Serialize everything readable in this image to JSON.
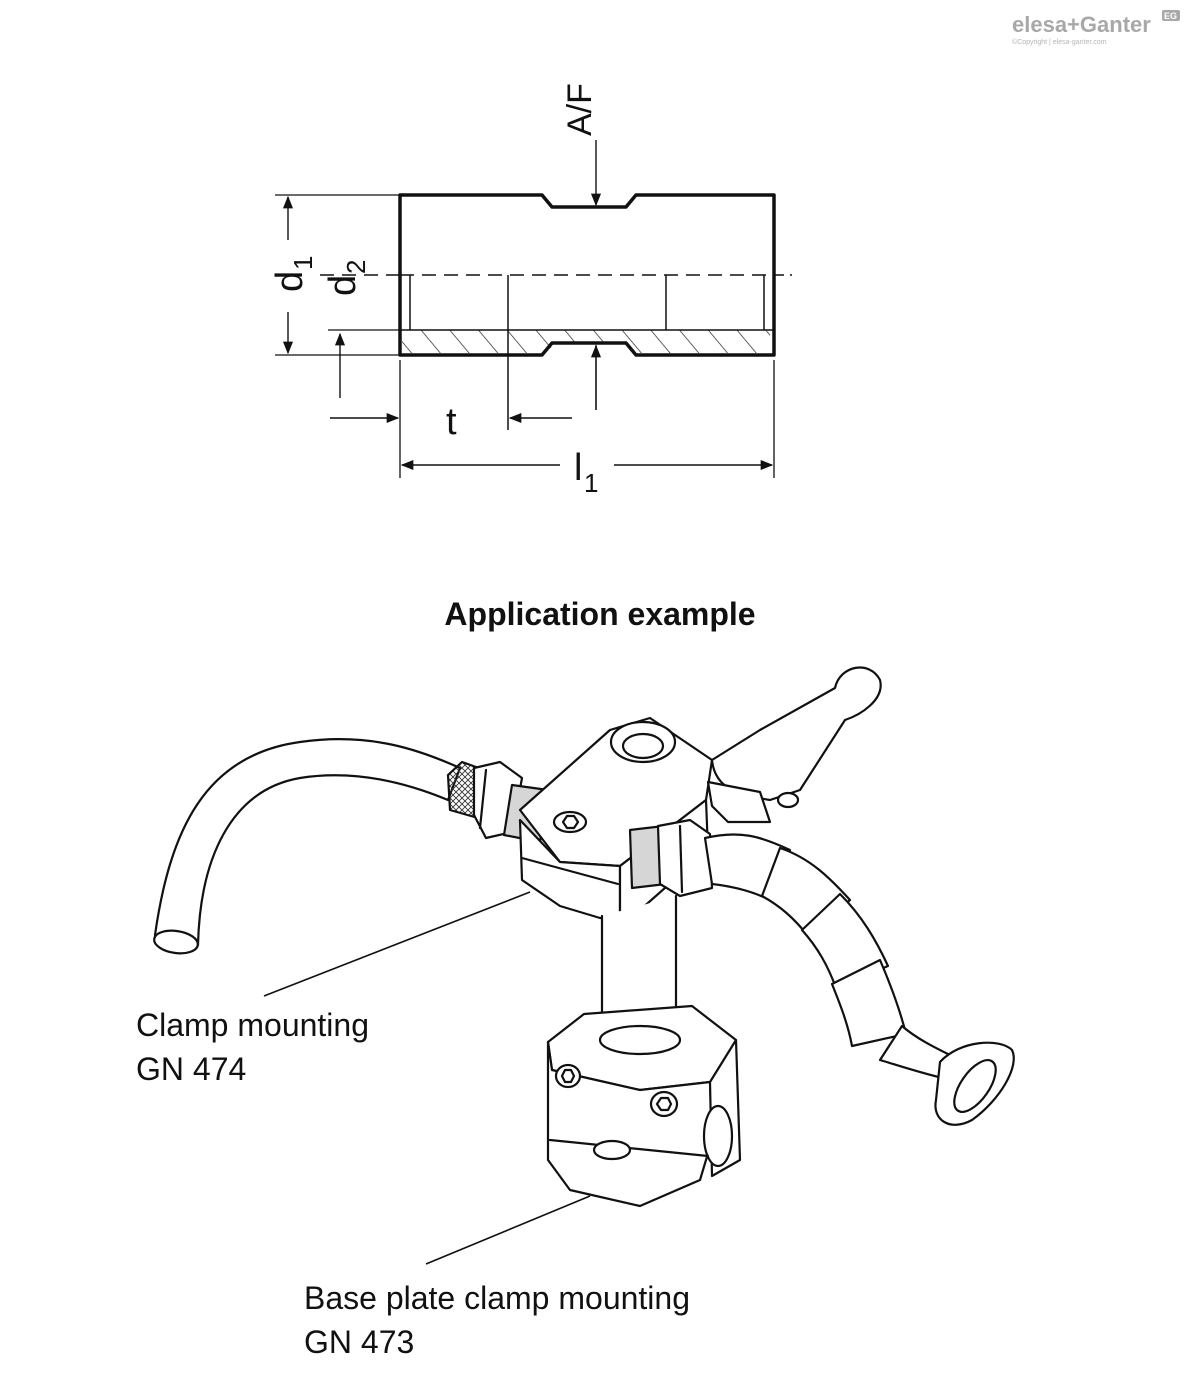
{
  "brand": {
    "logo_text": "elesa+Ganter",
    "logo_badge": "EG",
    "copyright": "©Copyright | elesa-ganter.com"
  },
  "drawing": {
    "labels": {
      "af": "A/F",
      "d1_main": "d",
      "d1_sub": "1",
      "d2_main": "d",
      "d2_sub": "2",
      "t": "t",
      "l1_main": "l",
      "l1_sub": "1"
    }
  },
  "application": {
    "title": "Application example",
    "callouts": [
      {
        "line1": "Clamp mounting",
        "line2": "GN 474"
      },
      {
        "line1": "Base plate clamp mounting",
        "line2": "GN 473"
      }
    ]
  }
}
